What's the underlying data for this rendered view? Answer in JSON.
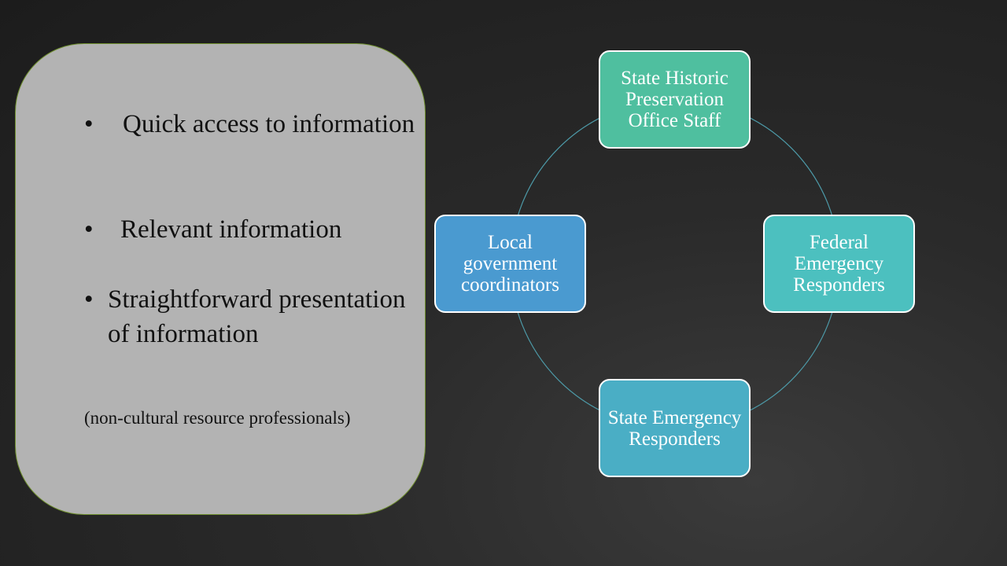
{
  "needs": {
    "items": [
      {
        "bullet": "•",
        "text": "Quick access to information"
      },
      {
        "bullet": "•",
        "text": "Relevant information"
      },
      {
        "bullet": "•",
        "text": "Straightforward presentation of information"
      }
    ],
    "note": "(non-cultural resource professionals)"
  },
  "cycle": {
    "top": "State Historic Preservation Office Staff",
    "right": "Federal Emergency Responders",
    "bottom": "State Emergency Responders",
    "left": "Local government coordinators"
  },
  "colors": {
    "panel": "#b3b3b3",
    "panel_border": "#6f8f2e",
    "node_top": "#4fbf9f",
    "node_right": "#4cc0bf",
    "node_bottom": "#4aaec5",
    "node_left": "#4a9ad0",
    "ring_line": "#4d9aa8"
  }
}
